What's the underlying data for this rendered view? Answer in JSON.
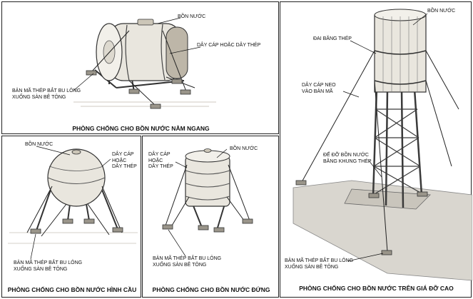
{
  "panels": {
    "horizontal": {
      "caption": "PHÒNG CHỐNG CHO BỒN NƯỚC NẰM NGANG",
      "labels": {
        "tank": "BỒN NƯỚC",
        "cable": "DÂY CÁP HOẶC DÂY THÉP",
        "plate": "BẢN MÃ THÉP BẮT BU LÔNG\nXUỐNG SÀN BÊ TÔNG"
      }
    },
    "spherical": {
      "caption": "PHÒNG CHỐNG CHO BỒN NƯỚC HÌNH CẦU",
      "labels": {
        "tank": "BỒN NƯỚC",
        "cable": "DÂY CÁP\nHOẶC\nDÂY THÉP",
        "plate": "BẢN MÃ THÉP BẮT BU LÔNG\nXUỐNG SÀN BÊ TÔNG"
      }
    },
    "vertical": {
      "caption": "PHÒNG CHỐNG CHO BỒN NƯỚC ĐỨNG",
      "labels": {
        "cable": "DÂY CÁP\nHOẶC\nDÂY THÉP",
        "tank": "BỒN NƯỚC",
        "plate": "BẢN MÃ THÉP BẮT BU LÔNG\nXUỐNG SÀN BÊ TÔNG"
      }
    },
    "elevated": {
      "caption": "PHÒNG CHỐNG CHO  BỒN NƯỚC TRÊN GIÁ ĐỠ CAO",
      "labels": {
        "tank": "BỒN NƯỚC",
        "band": "ĐAI BĂNG THÉP",
        "anchor": "DÂY CÁP NEO\nVÀO BẢN MÃ",
        "frame": "ĐẾ ĐỠ BỒN NƯỚC\nBẰNG KHUNG THÉP",
        "plate": "BẢN MÃ THÉP BẮT BU LÔNG\nXUỐNG SÀN BÊ TÔNG"
      }
    }
  },
  "colors": {
    "tank_fill": "#e9e6de",
    "tank_shade": "#bdb6a8",
    "steel": "#3a3a3a",
    "ground": "#d9d6cf",
    "line": "#222222"
  }
}
